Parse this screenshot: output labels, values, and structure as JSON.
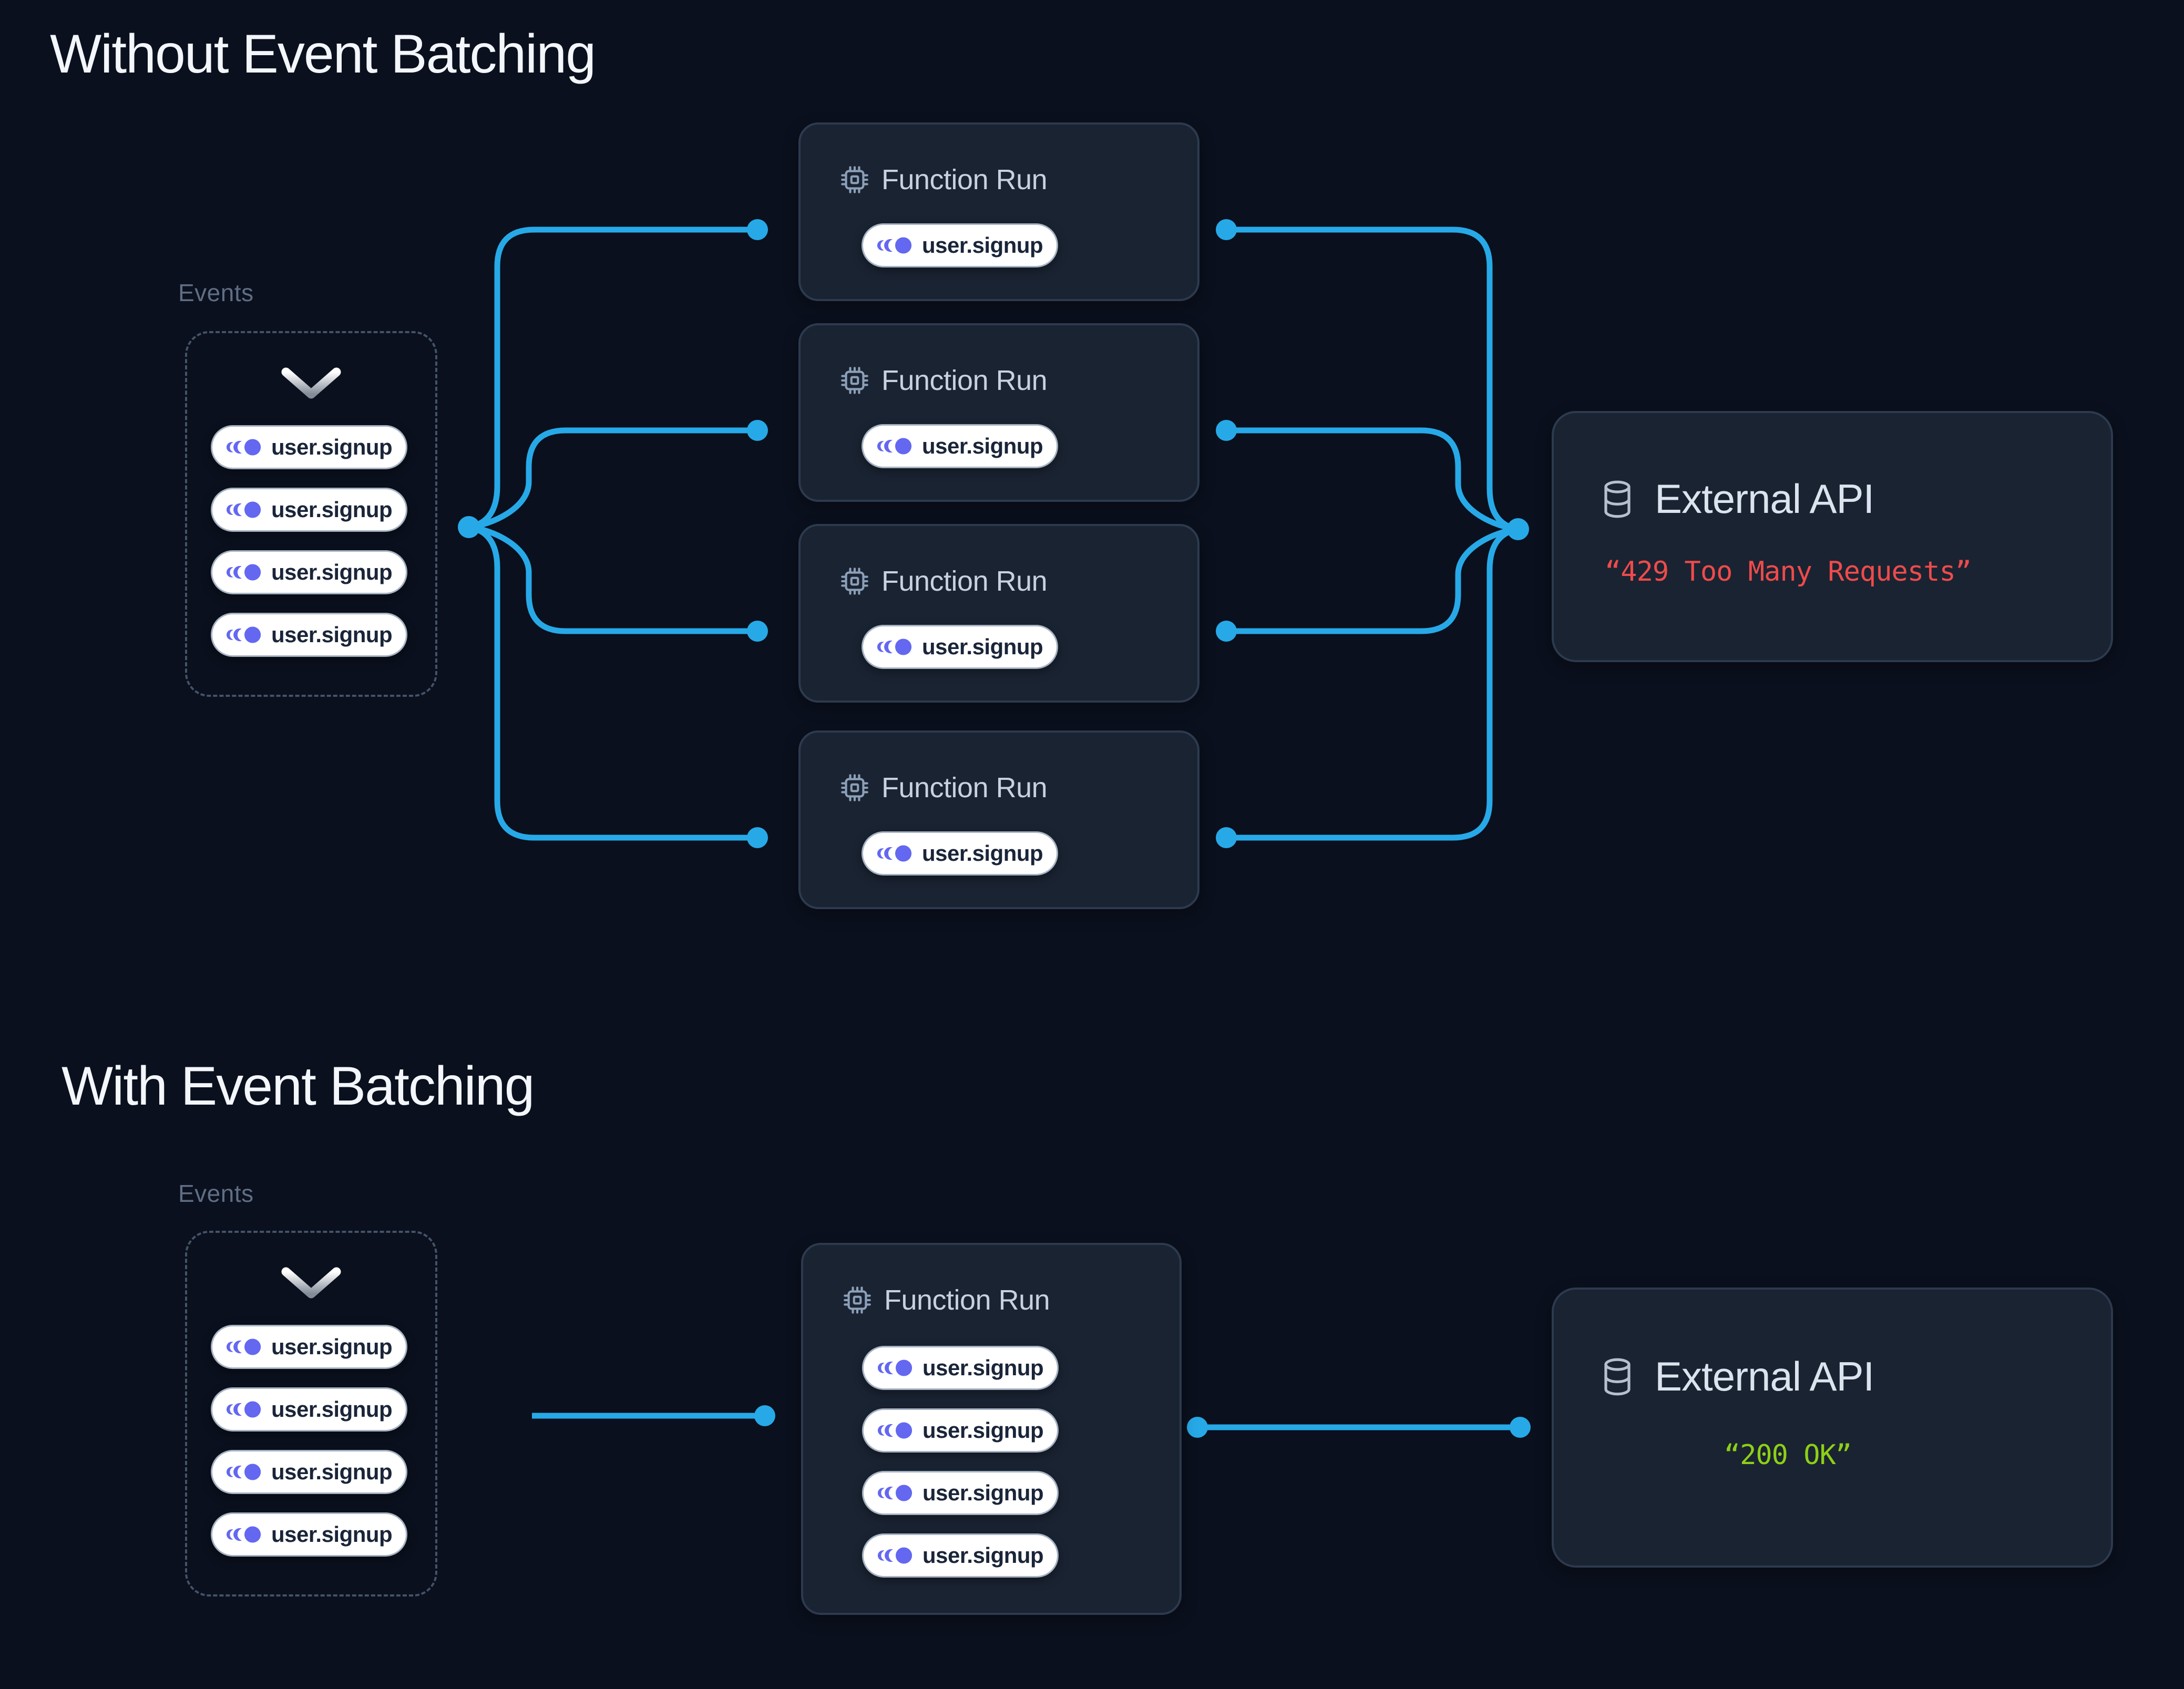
{
  "colors": {
    "page_bg": "#0a101d",
    "card_bg": "#1a2332",
    "accent_blue": "#27a9e8",
    "event_purple": "#6467f0",
    "error_red": "#ef4b4b",
    "success_green": "#8ed016"
  },
  "icons": {
    "chevron_down": "chevron-down",
    "event_stream": "event-stream-circles",
    "cpu_chip": "cpu-chip",
    "database": "database-cylinder"
  },
  "top": {
    "title": "Without Event Batching",
    "events_label": "Events",
    "event_pills": [
      "user.signup",
      "user.signup",
      "user.signup",
      "user.signup"
    ],
    "function_runs": [
      {
        "title": "Function Run",
        "pill": "user.signup"
      },
      {
        "title": "Function Run",
        "pill": "user.signup"
      },
      {
        "title": "Function Run",
        "pill": "user.signup"
      },
      {
        "title": "Function Run",
        "pill": "user.signup"
      }
    ],
    "external_api": {
      "title": "External API",
      "response": "“429 Too Many Requests”"
    }
  },
  "bottom": {
    "title": "With Event Batching",
    "events_label": "Events",
    "event_pills": [
      "user.signup",
      "user.signup",
      "user.signup",
      "user.signup"
    ],
    "function_run": {
      "title": "Function Run",
      "pills": [
        "user.signup",
        "user.signup",
        "user.signup",
        "user.signup"
      ]
    },
    "external_api": {
      "title": "External API",
      "response": "“200 OK”"
    }
  }
}
